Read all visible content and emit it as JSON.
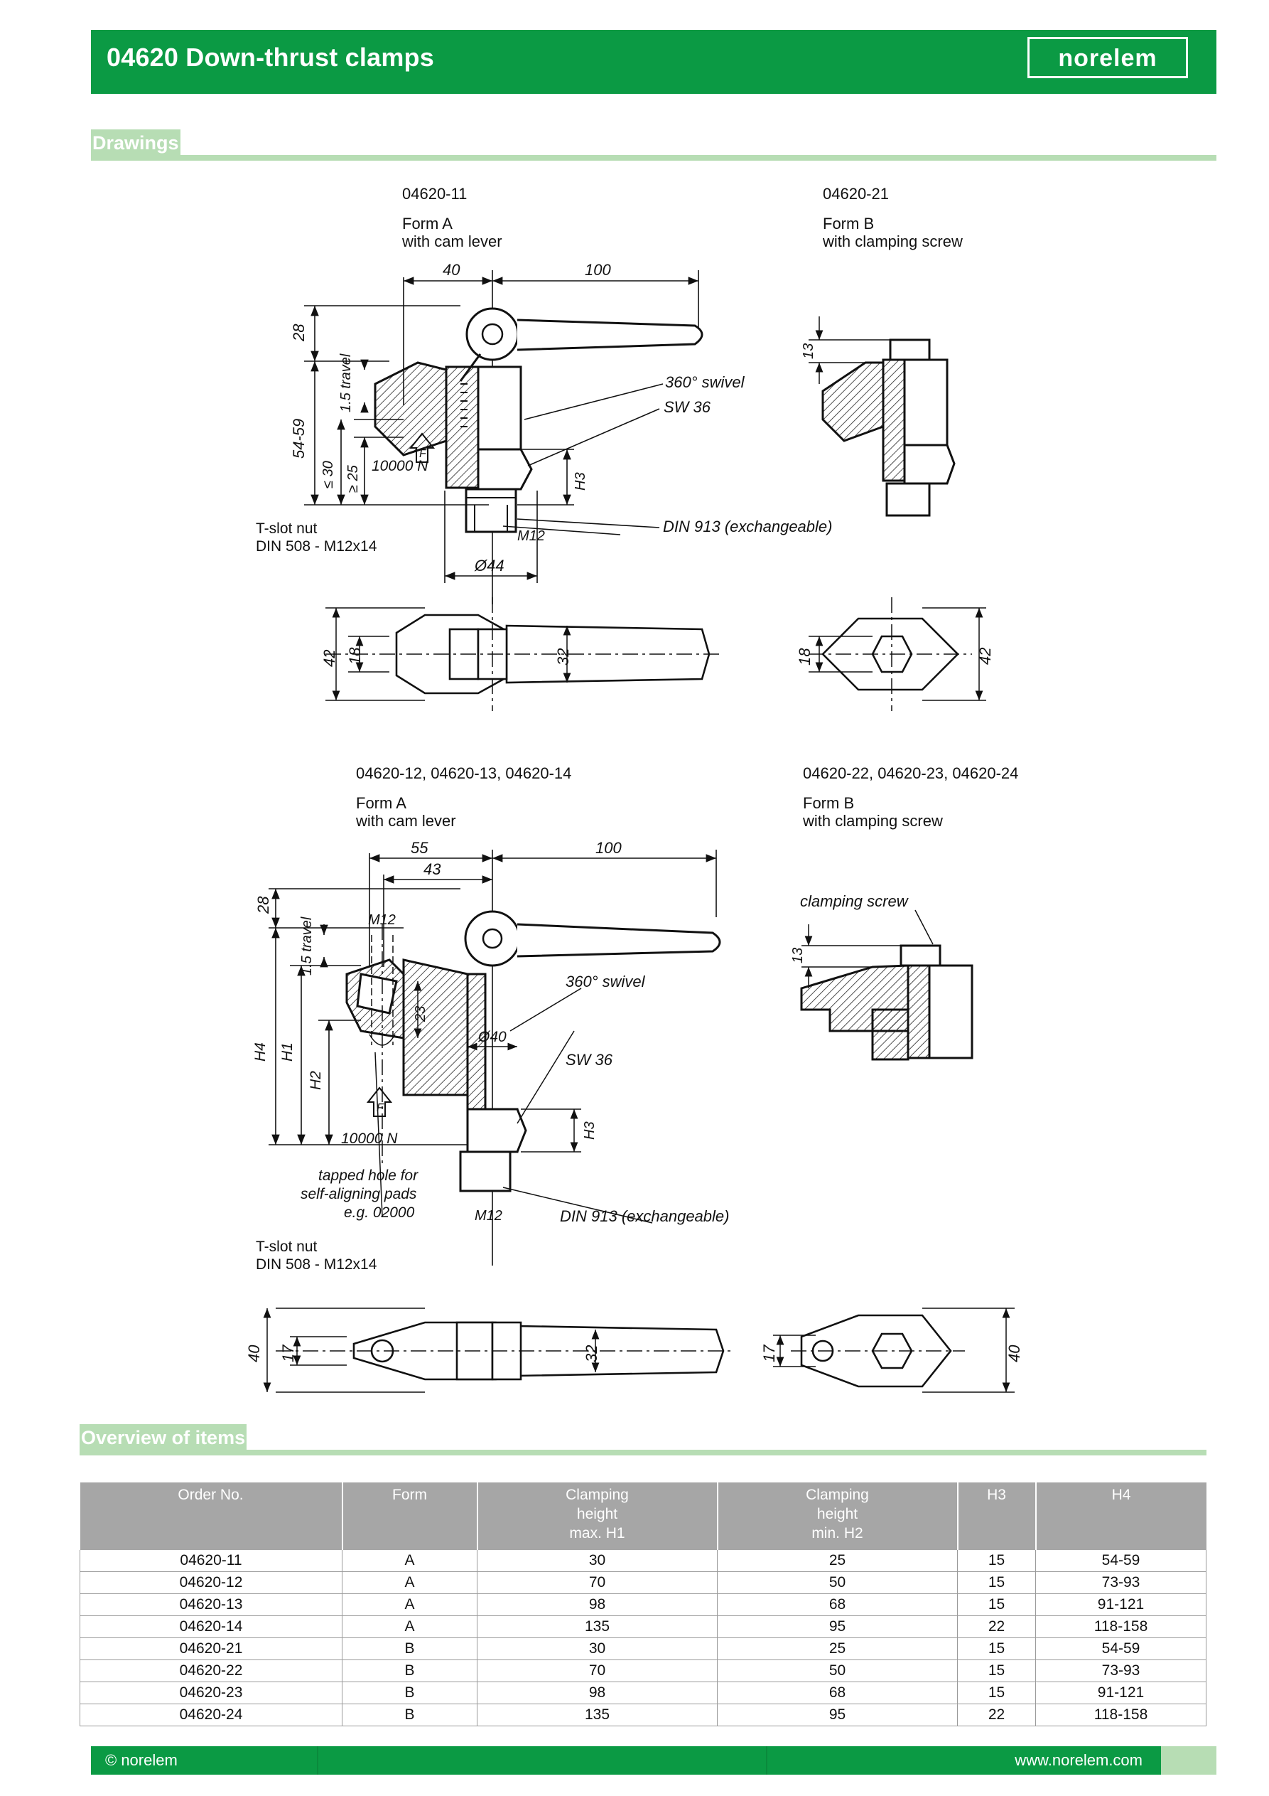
{
  "header": {
    "title": "04620 Down-thrust clamps",
    "logo": "norelem"
  },
  "sections": {
    "drawings": "Drawings",
    "overview": "Overview of items"
  },
  "drawings": {
    "top_left": {
      "code": "04620-11",
      "form": "Form A",
      "desc": "with cam lever"
    },
    "top_right": {
      "code": "04620-21",
      "form": "Form B",
      "desc": "with clamping screw"
    },
    "bottom_left": {
      "code": "04620-12, 04620-13, 04620-14",
      "form": "Form A",
      "desc": "with cam lever"
    },
    "bottom_right": {
      "code": "04620-22, 04620-23, 04620-24",
      "form": "Form B",
      "desc": "with clamping screw"
    },
    "labels": {
      "d40": "40",
      "d100": "100",
      "d28": "28",
      "d5459": "54-59",
      "dle30": "≤ 30",
      "dge25": "≥ 25",
      "travel": "1.5 travel",
      "swivel": "360° swivel",
      "sw36": "SW 36",
      "h3": "H3",
      "force": "10000 N",
      "fmark": "F",
      "m12": "M12",
      "din913": "DIN 913 (exchangeable)",
      "tslot1": "T-slot nut",
      "tslot2": "DIN 508 - M12x14",
      "d044": "Ø44",
      "d13": "13",
      "d42": "42",
      "d18": "18",
      "d32": "32",
      "d55": "55",
      "d43": "43",
      "h4": "H4",
      "h1": "H1",
      "h2": "H2",
      "d23": "23",
      "d040": "Ø40",
      "tapped1": "tapped hole for",
      "tapped2": "self-aligning pads",
      "tapped3": "e.g. 02000",
      "clamping_screw": "clamping screw",
      "d17": "17"
    }
  },
  "table": {
    "headers": [
      [
        "Order No."
      ],
      [
        "Form"
      ],
      [
        "Clamping",
        "height",
        "max. H1"
      ],
      [
        "Clamping",
        "height",
        "min. H2"
      ],
      [
        "H3"
      ],
      [
        "H4"
      ]
    ],
    "rows": [
      [
        "04620-11",
        "A",
        "30",
        "25",
        "15",
        "54-59"
      ],
      [
        "04620-12",
        "A",
        "70",
        "50",
        "15",
        "73-93"
      ],
      [
        "04620-13",
        "A",
        "98",
        "68",
        "15",
        "91-121"
      ],
      [
        "04620-14",
        "A",
        "135",
        "95",
        "22",
        "118-158"
      ],
      [
        "04620-21",
        "B",
        "30",
        "25",
        "15",
        "54-59"
      ],
      [
        "04620-22",
        "B",
        "70",
        "50",
        "15",
        "73-93"
      ],
      [
        "04620-23",
        "B",
        "98",
        "68",
        "15",
        "91-121"
      ],
      [
        "04620-24",
        "B",
        "135",
        "95",
        "22",
        "118-158"
      ]
    ]
  },
  "footer": {
    "left": "© norelem",
    "right": "www.norelem.com"
  },
  "colors": {
    "brand_green": "#0b9a44",
    "section_green": "#b7ddb4",
    "table_header": "#a6a6a6"
  }
}
